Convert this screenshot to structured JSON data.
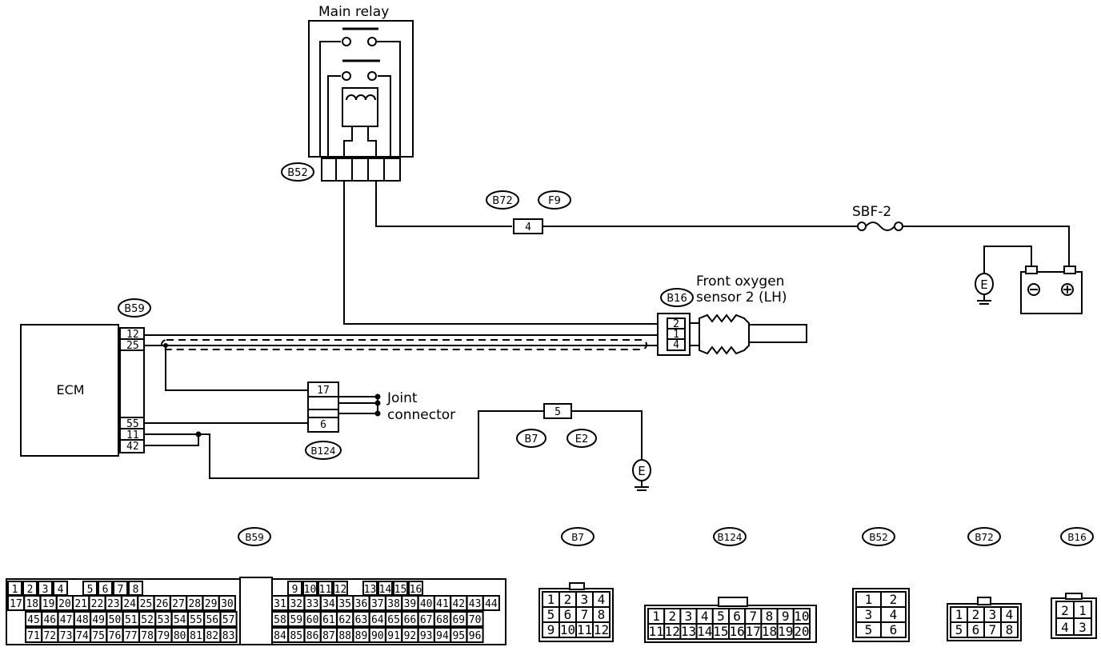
{
  "labels": {
    "main_relay": "Main relay",
    "ecm": "ECM",
    "joint_connector_1": "Joint",
    "joint_connector_2": "connector",
    "sensor_1": "Front oxygen",
    "sensor_2": "sensor 2 (LH)",
    "sbf": "SBF-2",
    "ground": "E"
  },
  "connector_tags": {
    "b52": "B52",
    "b72": "B72",
    "f9": "F9",
    "b59": "B59",
    "b16": "B16",
    "b124": "B124",
    "b7": "B7",
    "e2": "E2"
  },
  "wire_pins": {
    "b72_pin": "4",
    "ecm_12": "12",
    "ecm_25": "25",
    "ecm_55": "55",
    "ecm_11": "11",
    "ecm_42": "42",
    "joint_17": "17",
    "joint_6": "6",
    "b7_pin": "5",
    "sensor_2": "2",
    "sensor_1": "1",
    "sensor_4": "4"
  },
  "connector_faces": {
    "b59_tag": "B59",
    "b59_rows": [
      [
        "1",
        "2",
        "3",
        "4",
        "5",
        "6",
        "7",
        "8",
        "9",
        "10",
        "11",
        "12",
        "13",
        "14",
        "15",
        "16"
      ],
      [
        "17",
        "18",
        "19",
        "20",
        "21",
        "22",
        "23",
        "24",
        "25",
        "26",
        "27",
        "28",
        "29",
        "30",
        "31",
        "32",
        "33",
        "34",
        "35",
        "36",
        "37",
        "38",
        "39",
        "40",
        "41",
        "42",
        "43",
        "44"
      ],
      [
        "45",
        "46",
        "47",
        "48",
        "49",
        "50",
        "51",
        "52",
        "53",
        "54",
        "55",
        "56",
        "57",
        "58",
        "59",
        "60",
        "61",
        "62",
        "63",
        "64",
        "65",
        "66",
        "67",
        "68",
        "69",
        "70"
      ],
      [
        "71",
        "72",
        "73",
        "74",
        "75",
        "76",
        "77",
        "78",
        "79",
        "80",
        "81",
        "82",
        "83",
        "84",
        "85",
        "86",
        "87",
        "88",
        "89",
        "90",
        "91",
        "92",
        "93",
        "94",
        "95",
        "96"
      ]
    ],
    "b7_tag": "B7",
    "b7_rows": [
      [
        "1",
        "2",
        "3",
        "4"
      ],
      [
        "5",
        "6",
        "7",
        "8"
      ],
      [
        "9",
        "10",
        "11",
        "12"
      ]
    ],
    "b124_tag": "B124",
    "b124_rows": [
      [
        "1",
        "2",
        "3",
        "4",
        "5",
        "6",
        "7",
        "8",
        "9",
        "10"
      ],
      [
        "11",
        "12",
        "13",
        "14",
        "15",
        "16",
        "17",
        "18",
        "19",
        "20"
      ]
    ],
    "b52_tag": "B52",
    "b52_rows": [
      [
        "1",
        "2"
      ],
      [
        "3",
        "4"
      ],
      [
        "5",
        "6"
      ]
    ],
    "b72_tag": "B72",
    "b72_rows": [
      [
        "1",
        "2",
        "3",
        "4"
      ],
      [
        "5",
        "6",
        "7",
        "8"
      ]
    ],
    "b16_tag": "B16",
    "b16_rows": [
      [
        "2",
        "1"
      ],
      [
        "4",
        "3"
      ]
    ]
  }
}
